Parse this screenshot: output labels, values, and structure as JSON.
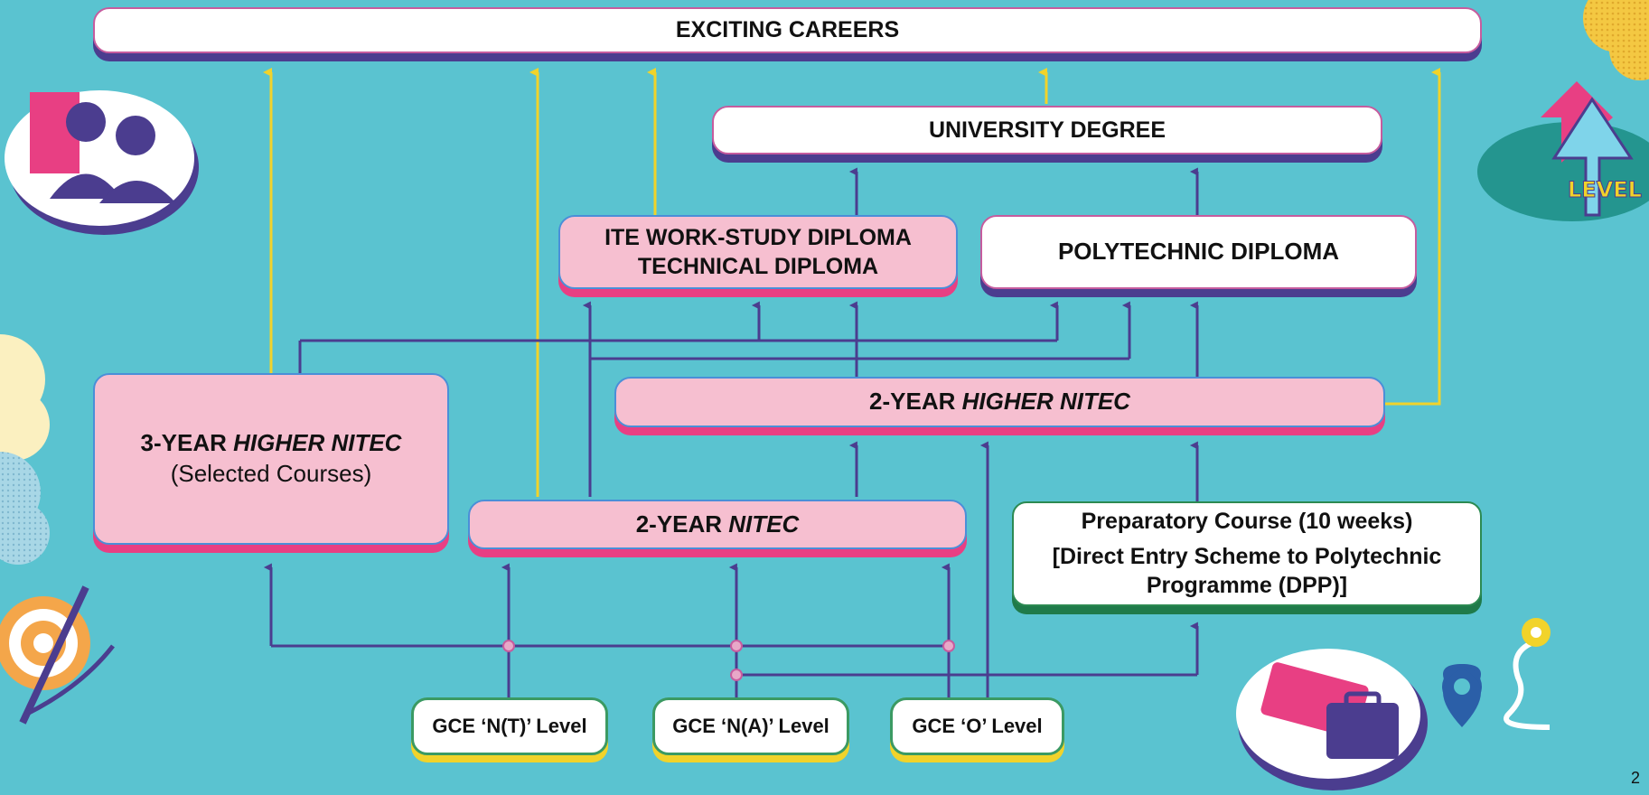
{
  "boxes": {
    "exciting_careers": "EXCITING CAREERS",
    "university_degree": "UNIVERSITY DEGREE",
    "ite_line1": "ITE WORK-STUDY DIPLOMA",
    "ite_line2": "TECHNICAL DIPLOMA",
    "poly_diploma": "POLYTECHNIC DIPLOMA",
    "higher_nitec_2yr_prefix": "2-YEAR ",
    "higher_nitec_2yr_em": "HIGHER NITEC",
    "higher_nitec_3yr_prefix": "3-YEAR ",
    "higher_nitec_3yr_em": "HIGHER NITEC",
    "higher_nitec_3yr_sub": "(Selected Courses)",
    "nitec_2yr_prefix": "2-YEAR ",
    "nitec_2yr_em": "NITEC",
    "prep_line1": "Preparatory Course (10 weeks)",
    "prep_line2": "[Direct Entry Scheme to Polytechnic Programme (DPP)]",
    "gce_nt": "GCE ‘N(T)’ Level",
    "gce_na": "GCE ‘N(A)’ Level",
    "gce_o": "GCE ‘O’ Level"
  },
  "decor": {
    "level_up": "LEVEL UP",
    "icons": [
      "people-icon",
      "building-icon",
      "level-up-arrows-icon",
      "target-arrow-icon",
      "book-icon",
      "briefcase-icon",
      "map-pin-icon"
    ]
  },
  "colors": {
    "background": "#5ac3d0",
    "connector_purple": "#4b3d8f",
    "connector_yellow": "#f1d32a",
    "pink_box": "#f6bfd0",
    "pink_shadow": "#e83f83"
  },
  "page_number": "2"
}
